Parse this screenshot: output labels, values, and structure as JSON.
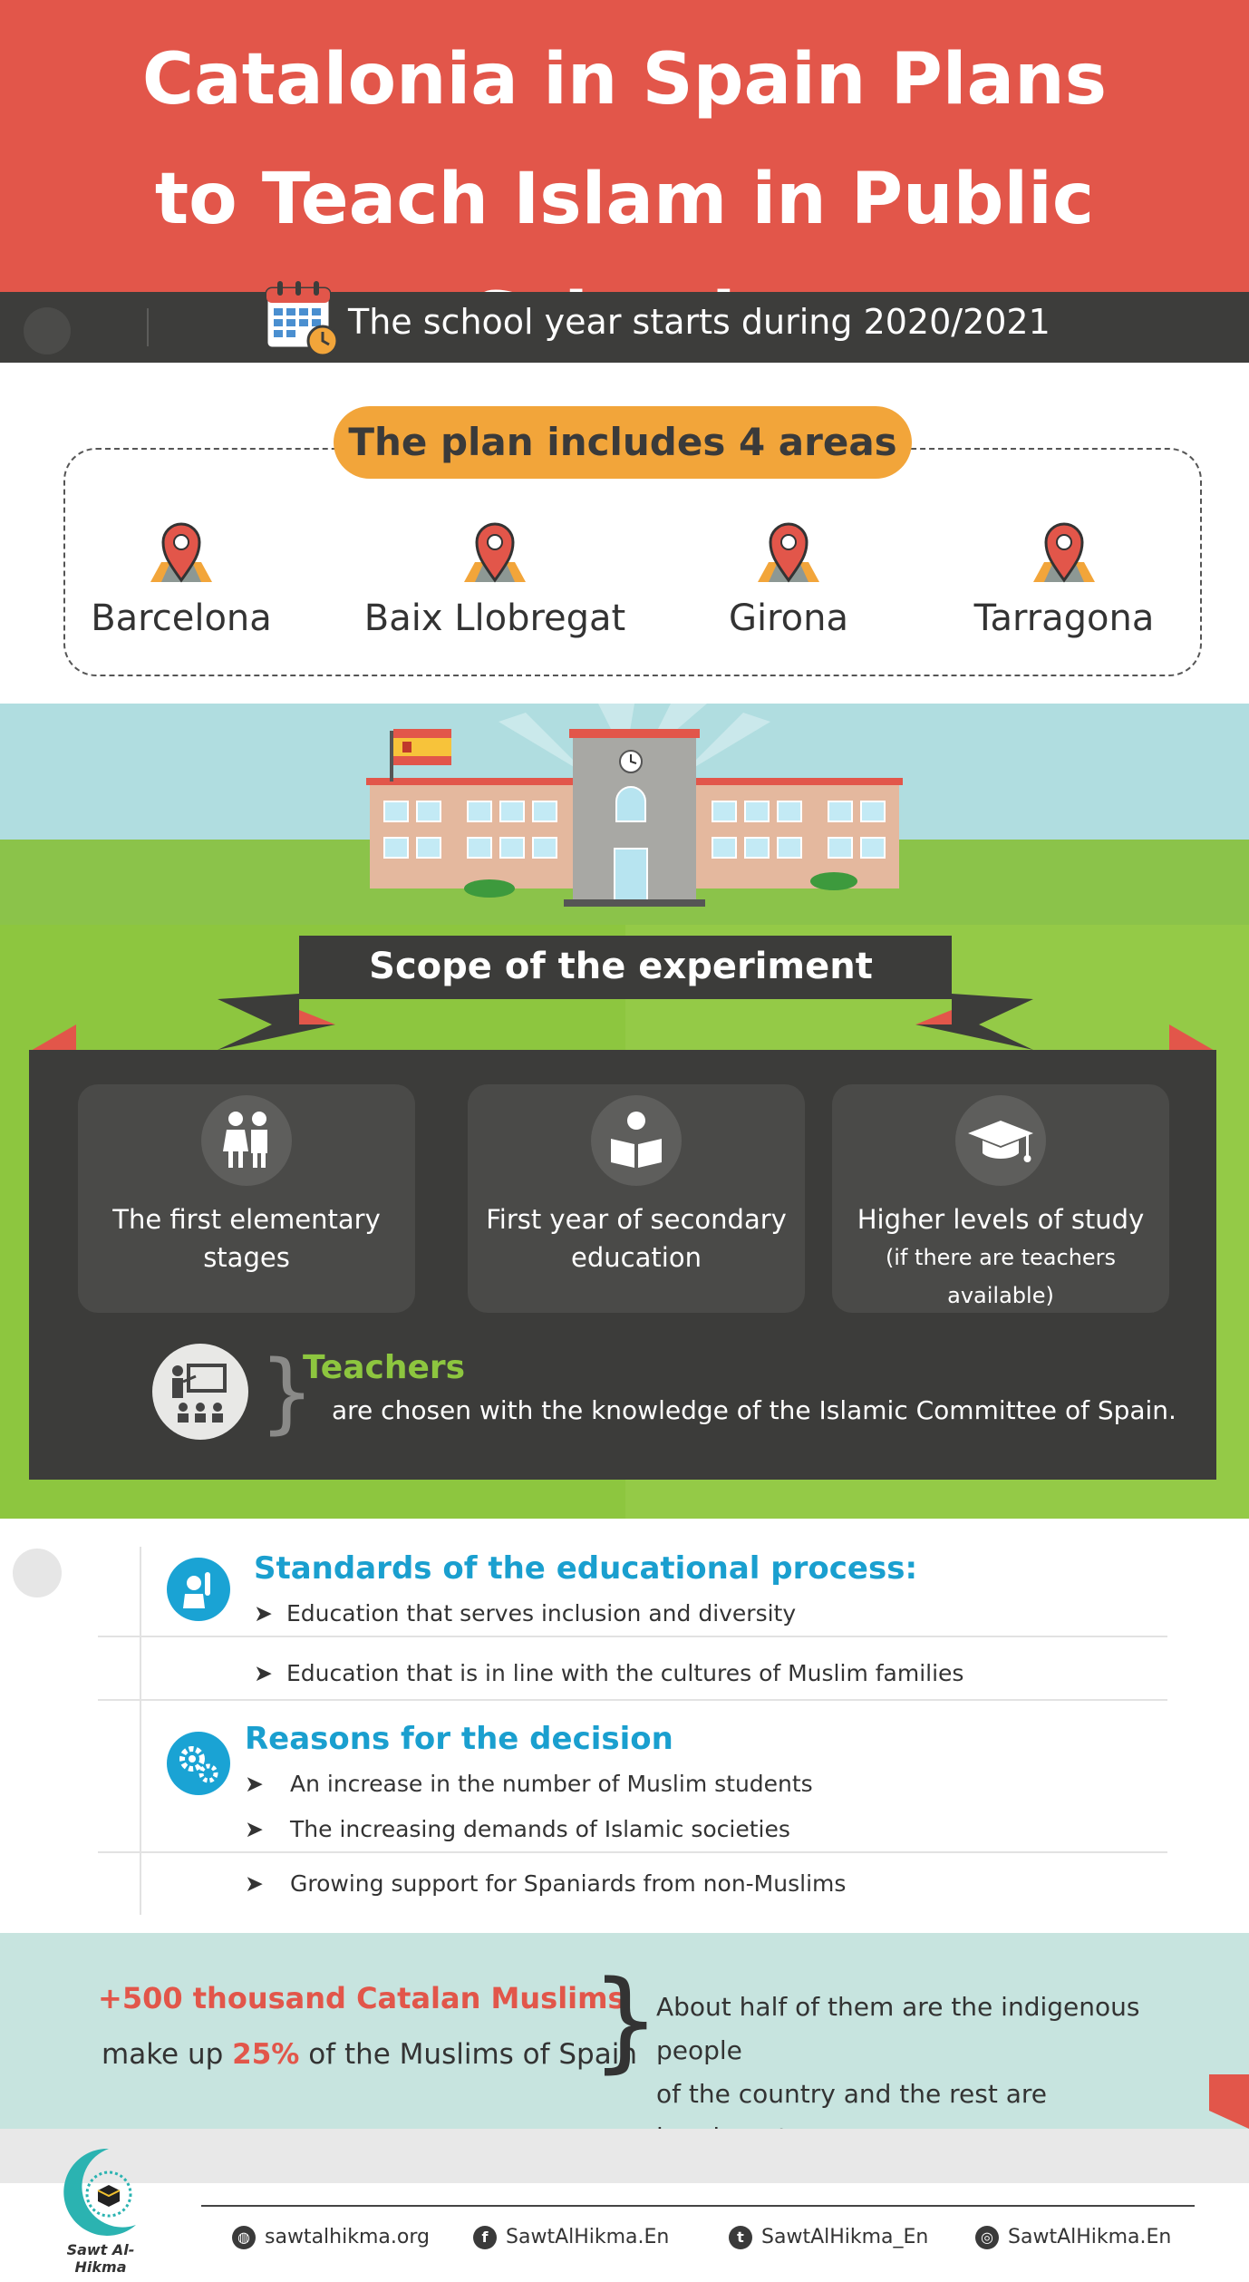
{
  "header": {
    "title_line1": "Catalonia in Spain Plans",
    "title_line2": "to Teach Islam in Public Schools",
    "year_text": "The school year starts during 2020/2021"
  },
  "areas": {
    "title": "The plan includes 4 areas",
    "items": [
      {
        "name": "Barcelona"
      },
      {
        "name": "Baix Llobregat"
      },
      {
        "name": "Girona"
      },
      {
        "name": "Tarragona"
      }
    ]
  },
  "scope": {
    "title": "Scope of the experiment",
    "cards": [
      {
        "line1": "The first elementary",
        "line2": "stages",
        "icon": "students-icon"
      },
      {
        "line1": "First year of secondary",
        "line2": "education",
        "icon": "reading-icon"
      },
      {
        "line1": "Higher levels of study",
        "line2": "(if there are teachers available)",
        "icon": "graduation-cap-icon"
      }
    ],
    "teachers_title": "Teachers",
    "teachers_text": "are chosen with the knowledge of the Islamic Committee of Spain."
  },
  "standards": {
    "title": "Standards of the educational process:",
    "items": [
      "Education that serves inclusion and diversity",
      "Education that is in line with the cultures of Muslim families"
    ]
  },
  "reasons": {
    "title": "Reasons for the decision",
    "items": [
      "An increase in the number of Muslim students",
      "The increasing demands of Islamic societies",
      "Growing support for Spaniards from non-Muslims"
    ]
  },
  "stats": {
    "line1": "+500 thousand Catalan Muslims",
    "line2_pre": "make up ",
    "line2_pct": "25%",
    "line2_post": " of the Muslims of Spain",
    "right_line1": "About half of them are the indigenous people",
    "right_line2": "of the country and the rest are immigrants."
  },
  "footer": {
    "logo_text": "Sawt Al-Hikma",
    "website": "sawtalhikma.org",
    "facebook": "SawtAlHikma.En",
    "twitter": "SawtAlHikma_En",
    "instagram": "SawtAlHikma.En"
  },
  "colors": {
    "header_red": "#e2564a",
    "accent_orange": "#f2a53a",
    "accent_green": "#8dc63f",
    "accent_blue": "#1aa3d4",
    "dark_panel": "#3c3c3a"
  }
}
